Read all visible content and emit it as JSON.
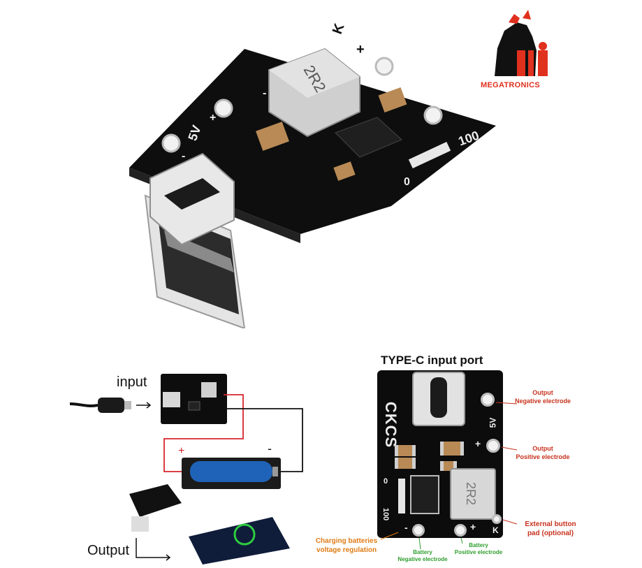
{
  "logo": {
    "text": "MEGATRONICS",
    "mark": "Mi",
    "accent": "#e0301e"
  },
  "top_board": {
    "labels": {
      "k": "K",
      "plus_right": "+",
      "minus_left": "-",
      "five_v": "5V",
      "plus_5v": "+",
      "minus_5v": "-",
      "minus_right": "-",
      "led_100": "100",
      "led_0": "0",
      "inductor": "2R2"
    }
  },
  "wiring": {
    "input_label": "input",
    "output_label": "Output",
    "plus": "+",
    "minus": "-",
    "wire_red": "#d6262d",
    "wire_black": "#111111"
  },
  "pinout": {
    "title": "TYPE-C input port",
    "board_text": "CKCS",
    "inductor": "2R2",
    "silk": {
      "five_v": "5V",
      "plus": "+",
      "minus": "-",
      "k": "K",
      "led_0": "0",
      "led_100": "100"
    },
    "annotations": {
      "out_neg": [
        "Output",
        "Negative electrode"
      ],
      "out_pos": [
        "Output",
        "Positive electrode"
      ],
      "ext_btn": [
        "External button",
        "pad (optional)"
      ],
      "charging": [
        "Charging batteries",
        "voltage regulation"
      ],
      "bat_neg": [
        "Battery",
        "Negative electrode"
      ],
      "bat_pos": [
        "Battery",
        "Positive electrode"
      ]
    },
    "colors": {
      "red": "#c8321e",
      "orange": "#e07b16",
      "green": "#2e9e2e"
    }
  }
}
